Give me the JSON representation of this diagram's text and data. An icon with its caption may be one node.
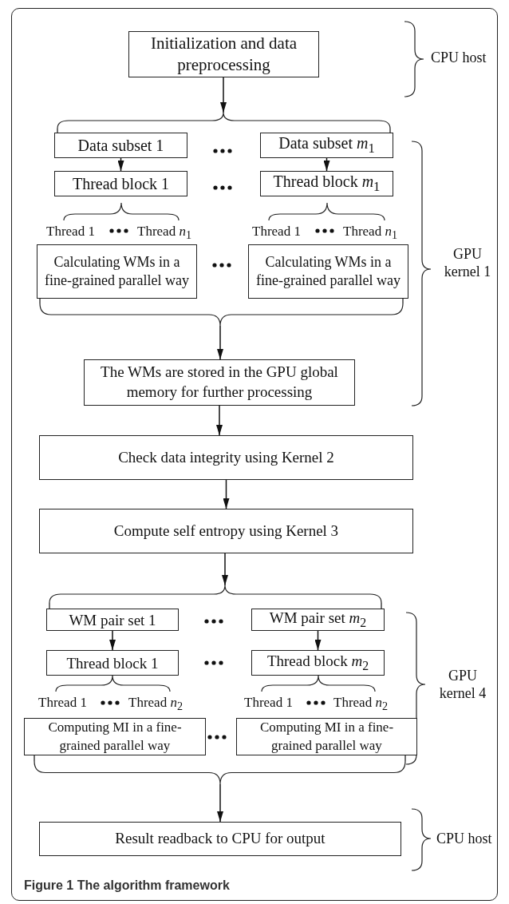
{
  "diagram": {
    "caption": "Figure 1 The algorithm framework",
    "nodes": [
      {
        "text": [
          "Initialization and data preprocessing"
        ]
      },
      {
        "text": [],
        "shape": "brace"
      },
      {
        "text": [
          "Data subset 1"
        ]
      },
      {
        "text": [
          "Data subset *m*$_{1}$"
        ]
      },
      {
        "text": [
          "Thread block 1"
        ]
      },
      {
        "text": [
          "Thread block *m*$_{1}$"
        ]
      },
      {
        "text": [
          "Calculating WMs in a fine-grained parallel way"
        ]
      },
      {
        "text": [
          "Calculating WMs in a fine-grained parallel way"
        ]
      },
      {
        "text": [],
        "shape": "brace"
      },
      {
        "text": [
          "The WMs are stored in the GPU global memory for further processing"
        ]
      },
      {
        "text": [
          "Check data integrity using Kernel 2"
        ]
      },
      {
        "text": [
          "Compute self entropy using Kernel 3"
        ]
      },
      {
        "text": [],
        "shape": "brace"
      },
      {
        "text": [
          "WM pair set 1"
        ]
      },
      {
        "text": [
          "WM pair set *m*$_{2}$"
        ]
      },
      {
        "text": [
          "Thread block 1"
        ]
      },
      {
        "text": [
          "Thread block *m*$_{2}$"
        ]
      },
      {
        "text": [
          "Computing MI in a fine-grained parallel way"
        ]
      },
      {
        "text": [
          "Computing MI in a fine-grained parallel way"
        ]
      },
      {
        "text": [],
        "shape": "brace"
      },
      {
        "text": [
          "Result readback to CPU for output"
        ]
      }
    ],
    "edges": [
      {
        "from": 0,
        "to": 1,
        "arrow": "to"
      },
      {
        "from": 1,
        "to": 2,
        "arrow": "none"
      },
      {
        "from": 1,
        "to": 3,
        "arrow": "none"
      },
      {
        "from": 2,
        "to": 4,
        "arrow": "to"
      },
      {
        "from": 3,
        "to": 5,
        "arrow": "to"
      },
      {
        "from": 6,
        "to": 8,
        "arrow": "none"
      },
      {
        "from": 7,
        "to": 8,
        "arrow": "none"
      },
      {
        "from": 8,
        "to": 9,
        "arrow": "to"
      },
      {
        "from": 9,
        "to": 10,
        "arrow": "to"
      },
      {
        "from": 10,
        "to": 11,
        "arrow": "to"
      },
      {
        "from": 11,
        "to": 12,
        "arrow": "to"
      },
      {
        "from": 12,
        "to": 13,
        "arrow": "none"
      },
      {
        "from": 12,
        "to": 14,
        "arrow": "none"
      },
      {
        "from": 13,
        "to": 15,
        "arrow": "to"
      },
      {
        "from": 14,
        "to": 16,
        "arrow": "to"
      },
      {
        "from": 17,
        "to": 19,
        "arrow": "none"
      },
      {
        "from": 18,
        "to": 19,
        "arrow": "none"
      },
      {
        "from": 19,
        "to": 20,
        "arrow": "to"
      }
    ],
    "labels": [
      "CPU host",
      "Thread 1",
      "Thread *n*$_{1}$",
      "Thread 1",
      "Thread *n*$_{1}$",
      "GPU kernel 1",
      "Thread 1",
      "Thread *n*$_{2}$",
      "Thread 1",
      "Thread *n*$_{2}$",
      "GPU kernel 4",
      "CPU host"
    ]
  }
}
